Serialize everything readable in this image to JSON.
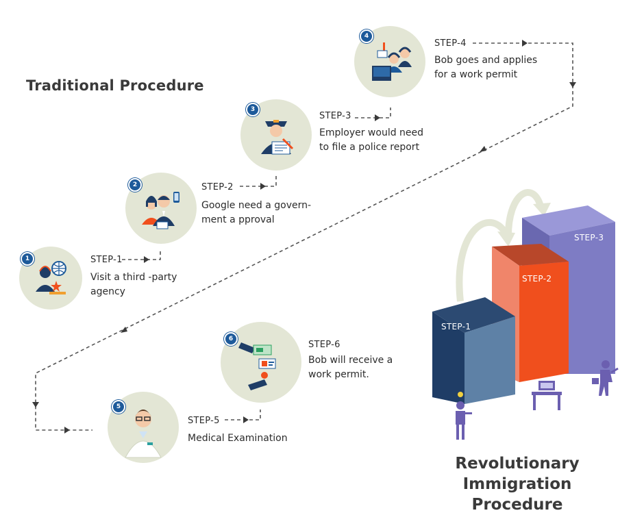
{
  "traditional": {
    "title": "Traditional  Procedure",
    "steps": [
      {
        "number": "1",
        "label": "STEP-1",
        "lines": [
          "Visit a third -party",
          "agency"
        ],
        "icon": "call-center-agent-icon"
      },
      {
        "number": "2",
        "label": "STEP-2",
        "lines": [
          "Google need a govern-",
          "ment a pproval"
        ],
        "icon": "business-people-icon"
      },
      {
        "number": "3",
        "label": "STEP-3",
        "lines": [
          "Employer would need",
          "to file a police report"
        ],
        "icon": "police-officer-icon"
      },
      {
        "number": "4",
        "label": "STEP-4",
        "lines": [
          "Bob goes and applies",
          "for a work permit"
        ],
        "icon": "office-workers-icon"
      },
      {
        "number": "5",
        "label": "STEP-5",
        "lines": [
          "Medical Examination"
        ],
        "icon": "doctor-icon"
      },
      {
        "number": "6",
        "label": "STEP-6",
        "lines": [
          "Bob will receive a",
          "work permit."
        ],
        "icon": "work-permit-handover-icon"
      }
    ]
  },
  "revolutionary": {
    "title_lines": [
      "Revolutionary Immigration",
      "Procedure"
    ],
    "steps": [
      "STEP-1",
      "STEP-2",
      "STEP-3"
    ]
  },
  "colors": {
    "circle_bg": "#e3e6d5",
    "badge": "#1d5a9a",
    "block1": "#1f3d66",
    "block2": "#f04f1d",
    "block3": "#7e7cc4",
    "figure": "#6b5fb0"
  }
}
